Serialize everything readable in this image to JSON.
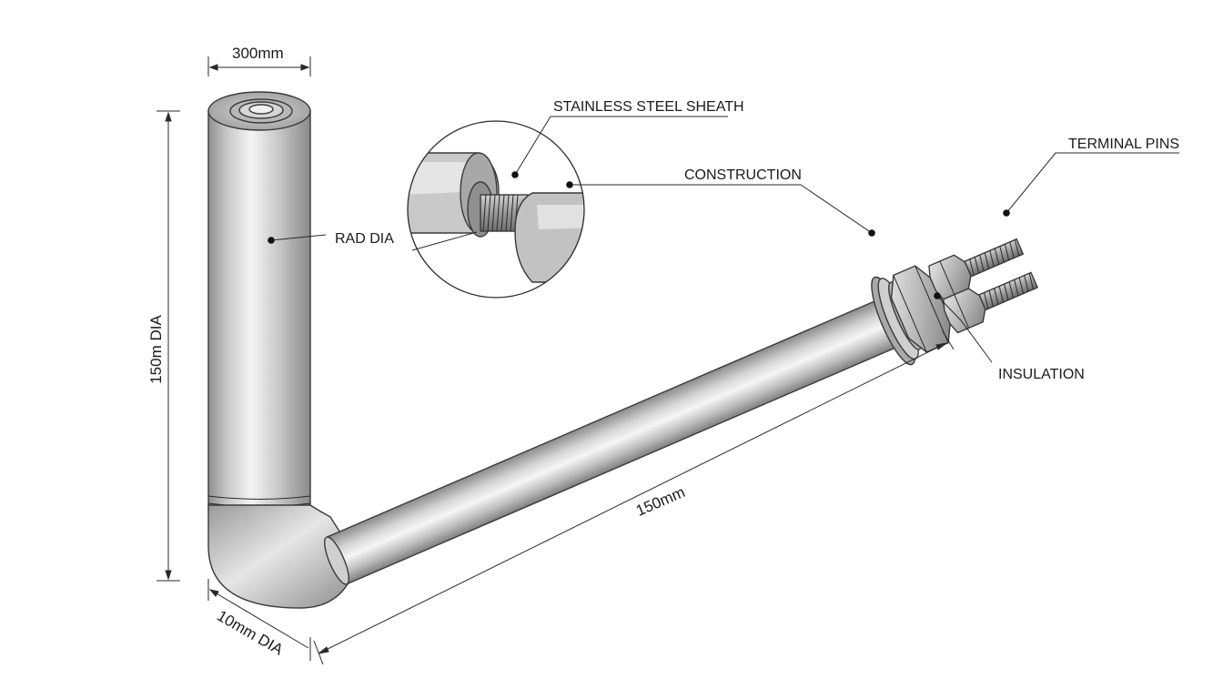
{
  "labels": {
    "stainless_steel_sheath": "STAINLESS STEEL SHEATH",
    "terminal_pins": "TERMINAL PINS",
    "construction": "CONSTRUCTION",
    "rad_dia": "RAD DIA",
    "insulation": "INSULATION"
  },
  "dimensions": {
    "top_width": "300mm",
    "vertical_height": "150m DIA",
    "horizontal_length": "150mm",
    "tube_diameter": "10mm DIA"
  },
  "colors": {
    "metal_light": "#f2f2f2",
    "metal_mid": "#c4c4c4",
    "metal_dark": "#8c8c8c",
    "line": "#2a2a2a"
  }
}
